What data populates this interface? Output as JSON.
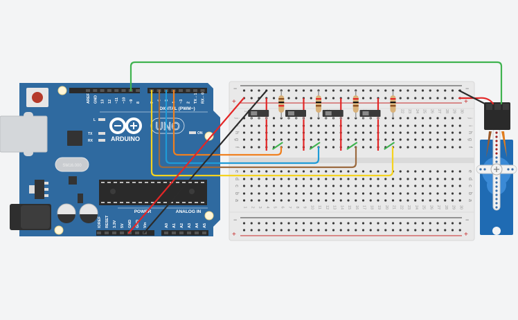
{
  "arduino": {
    "logo_text": "ARDUINO",
    "model": "UNO",
    "crystal_label": "SM16.000",
    "digital_header_label": "DIGITAL (PWM~)",
    "power_label": "POWER",
    "analog_label": "ANALOG IN",
    "led_labels": [
      "L",
      "TX",
      "RX",
      "ON"
    ],
    "digital_pins_left": [
      "AREF",
      "GND",
      "13",
      "12",
      "~11",
      "~10",
      "~9",
      "8"
    ],
    "digital_pins_right": [
      "7",
      "~6",
      "~5",
      "4",
      "~3",
      "2",
      "TX→1",
      "RX←0"
    ],
    "power_pins": [
      "IOREF",
      "RESET",
      "3.3V",
      "5V",
      "GND",
      "GND",
      "Vin"
    ],
    "analog_pins": [
      "A0",
      "A1",
      "A2",
      "A3",
      "A4",
      "A5"
    ]
  },
  "breadboard": {
    "columns": 30,
    "rows_top": [
      "j",
      "i",
      "h",
      "g",
      "f"
    ],
    "rows_bottom": [
      "e",
      "d",
      "c",
      "b",
      "a"
    ],
    "rail_minus": "−",
    "rail_plus": "+",
    "top_numbered_columns": [
      "1",
      "2",
      "7",
      "12",
      "17",
      "22",
      "23",
      "24",
      "25",
      "26",
      "27",
      "28",
      "29",
      "30"
    ]
  },
  "components": {
    "slide_switches": 4,
    "resistors": 4,
    "servo": "micro servo"
  },
  "wires": [
    {
      "name": "pin9-to-servo-signal",
      "color": "#3fb34f"
    },
    {
      "name": "pin7-wire",
      "color": "#f5d31f"
    },
    {
      "name": "pin6-wire",
      "color": "#9b6a3f"
    },
    {
      "name": "pin5-wire",
      "color": "#1e9bd7"
    },
    {
      "name": "pin4-wire",
      "color": "#f0801f"
    },
    {
      "name": "5v-wire",
      "color": "#e32626"
    },
    {
      "name": "gnd-wire",
      "color": "#2b2b2b"
    }
  ],
  "colors": {
    "board_blue": "#2f6aa0",
    "breadboard": "#e8e8e8",
    "servo_blue": "#1f6bb3"
  }
}
